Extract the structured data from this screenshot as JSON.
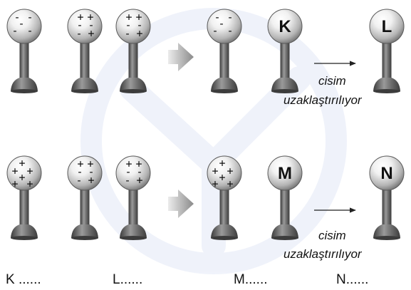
{
  "rows": [
    {
      "before": [
        {
          "charges": [
            "-",
            "-",
            "-",
            "-",
            "-"
          ],
          "label": ""
        },
        {
          "charges": [
            "+",
            "+",
            "-",
            "-",
            "-",
            "+"
          ],
          "label": ""
        },
        {
          "charges": [
            "+",
            "+",
            "-",
            "-",
            "-",
            "+"
          ],
          "label": ""
        }
      ],
      "after": [
        {
          "charges": [
            "-",
            "-",
            "-",
            "-",
            "-"
          ],
          "label": ""
        },
        {
          "charges": [],
          "label": "K"
        },
        {
          "charges": [],
          "label": "L"
        }
      ],
      "caption_line1": "cisim",
      "caption_line2": "uzaklaştırılıyor"
    },
    {
      "before": [
        {
          "charges": [
            "+",
            "+",
            "+",
            "+",
            "+",
            "+"
          ],
          "label": ""
        },
        {
          "charges": [
            "+",
            "+",
            "-",
            "-",
            "-",
            "+"
          ],
          "label": ""
        },
        {
          "charges": [
            "+",
            "+",
            "-",
            "-",
            "-",
            "+"
          ],
          "label": ""
        }
      ],
      "after": [
        {
          "charges": [
            "+",
            "+",
            "+",
            "+",
            "+",
            "+"
          ],
          "label": ""
        },
        {
          "charges": [],
          "label": "M"
        },
        {
          "charges": [],
          "label": "N"
        }
      ],
      "caption_line1": "cisim",
      "caption_line2": "uzaklaştırılıyor"
    }
  ],
  "answers": [
    "K ......",
    "L......",
    "M......",
    "N......"
  ],
  "colors": {
    "sphere_light": "#ffffff",
    "sphere_dark": "#6e6e6e",
    "stand": "#6a6a6a",
    "stand_dark": "#3c3c3c",
    "arrow_light": "#e2e2e2",
    "arrow_dark": "#8a8a8a",
    "watermark": "#e6ebf8",
    "text": "#111111"
  },
  "icons": {
    "process_arrow": "gradient-block-arrow-icon",
    "move_arrow": "thin-right-arrow-icon"
  }
}
